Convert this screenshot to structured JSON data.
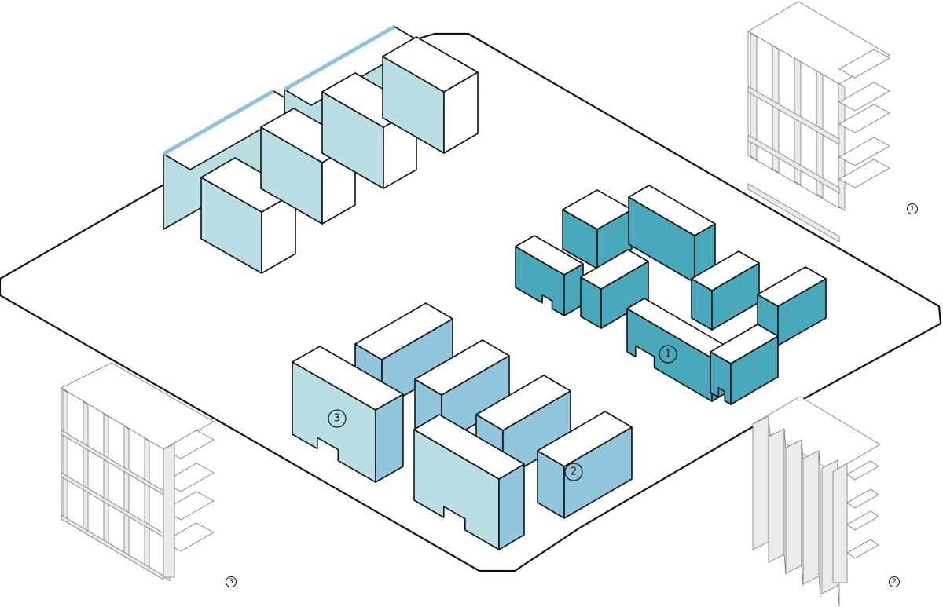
{
  "colors": {
    "background": "#ffffff",
    "outline": "#111111",
    "top": "#ffffff",
    "light": "#b9dee4",
    "mid": "#92c6df",
    "teal": "#4aa8bb",
    "accent": "#8cc3de",
    "elev_line": "#7a7a7a",
    "elev_fill": "#ebebeb"
  },
  "labels": {
    "block_1": "1",
    "block_2": "2",
    "block_3": "3",
    "elev_1": "1",
    "elev_2": "2",
    "elev_3": "3"
  }
}
